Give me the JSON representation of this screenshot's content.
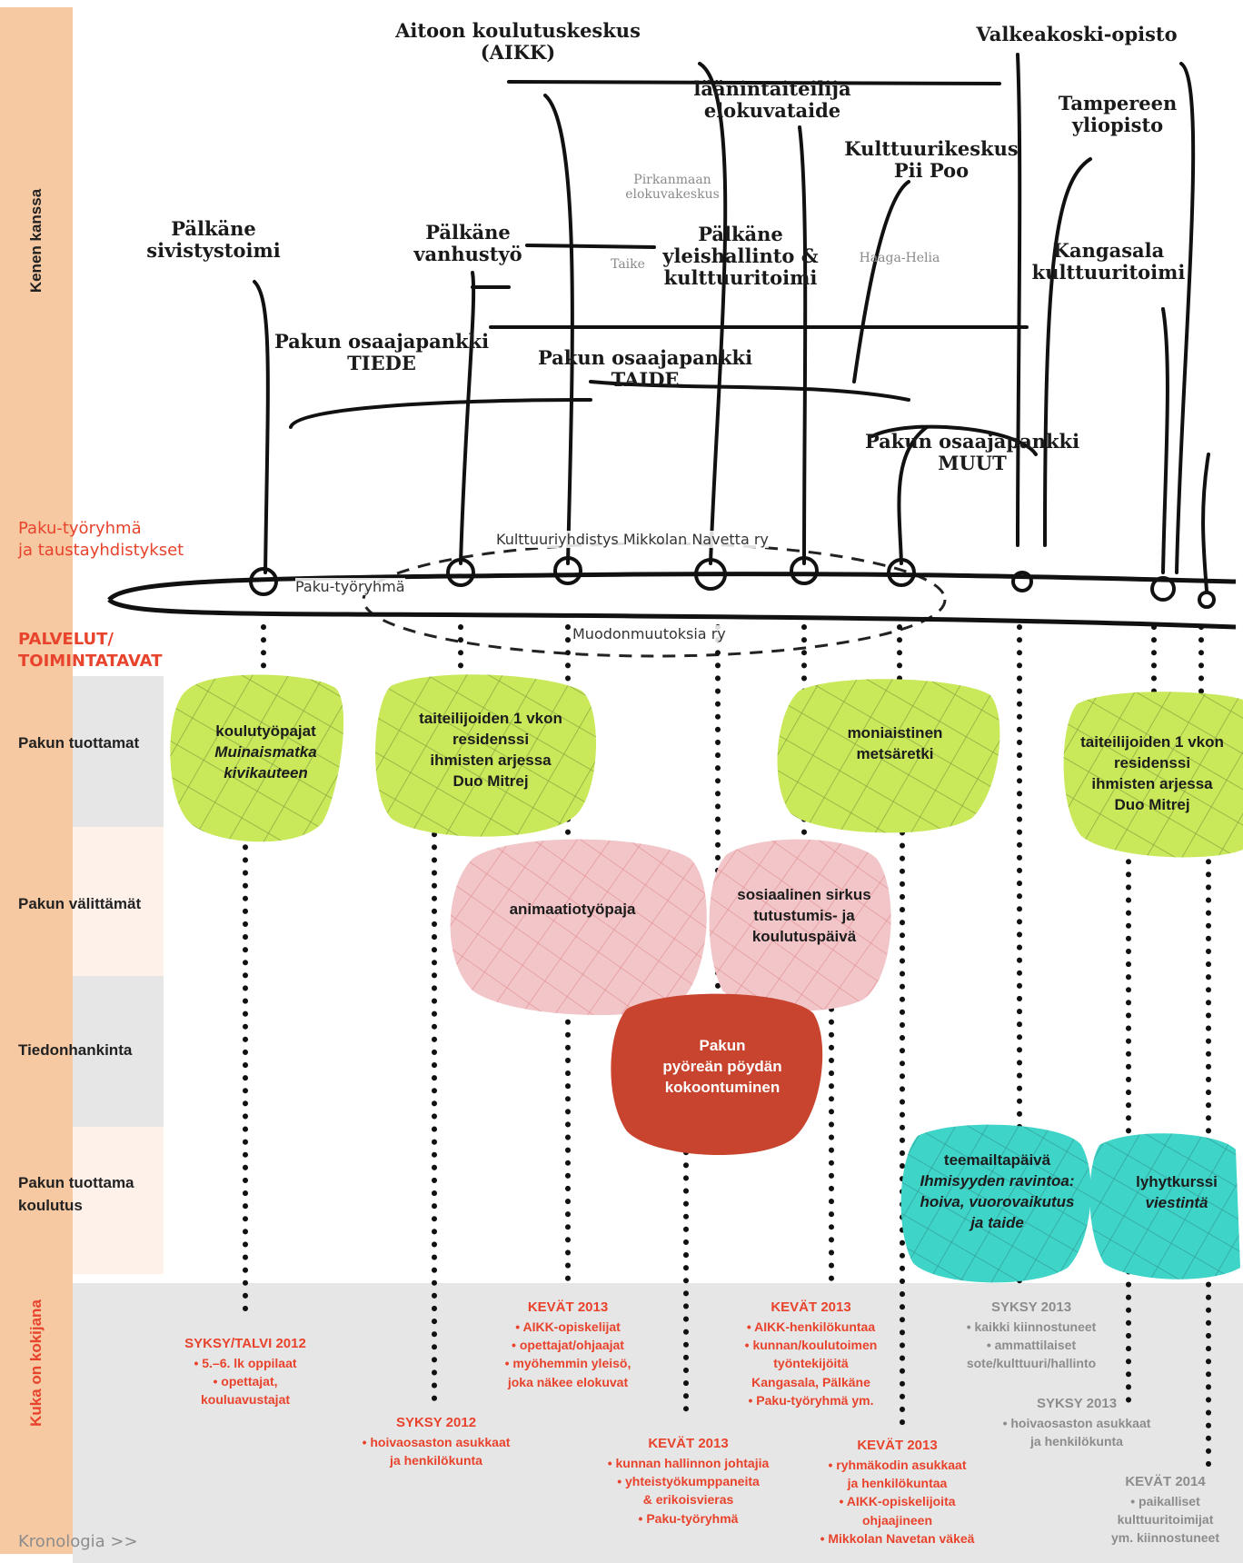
{
  "side_labels": {
    "top": "Kenen kanssa",
    "bottom": "Kuka on kokijana",
    "chronology": "Kronologia >>"
  },
  "section_labels": {
    "group": [
      "Paku-työryhmä",
      "ja taustayhdistykset"
    ],
    "services": [
      "PALVELUT/",
      "TOIMINTATAVAT"
    ]
  },
  "rows": [
    "Pakun tuottamat",
    "Pakun välittämät",
    "Tiedonhankinta",
    [
      "Pakun tuottama",
      "koulutus"
    ]
  ],
  "partners": {
    "aikk": [
      "Aitoon koulutuskeskus",
      "(AIKK)"
    ],
    "valkeakoski": "Valkeakoski-opisto",
    "laanintaiteilija": [
      "läänintaiteilija",
      "elokuvataide"
    ],
    "tampere": [
      "Tampereen",
      "yliopisto"
    ],
    "kulttuurikeskus": [
      "Kulttuurikeskus",
      "Pii Poo"
    ],
    "pirkanmaa": [
      "Pirkanmaan",
      "elokuvakeskus"
    ],
    "palkane_sivistys": [
      "Pälkäne",
      "sivistystoimi"
    ],
    "palkane_vanhus": [
      "Pälkäne",
      "vanhustyö"
    ],
    "taike": "Taike",
    "palkane_yleis": [
      "Pälkäne",
      "yleishallinto &",
      "kulttuuritoimi"
    ],
    "haaga": "Haaga-Helia",
    "kangasala": [
      "Kangasala",
      "kulttuuritoimi"
    ],
    "osaaja_tiede": [
      "Pakun osaajapankki",
      "TIEDE"
    ],
    "osaaja_taide": [
      "Pakun osaajapankki",
      "TAIDE"
    ],
    "osaaja_muut": [
      "Pakun osaajapankki",
      "MUUT"
    ]
  },
  "organizations": {
    "mikkola": "Kulttuuriyhdistys Mikkolan Navetta ry",
    "paku": "Paku-työryhmä",
    "muodonmuutoksia": "Muodonmuutoksia ry"
  },
  "activities": {
    "koulutyopajat": {
      "lines": [
        "koulutyöpajat"
      ],
      "italic": [
        "Muinaismatka",
        "kivikauteen"
      ]
    },
    "residenssi1": {
      "lines": [
        "taiteilijoiden 1 vkon",
        "residenssi",
        "ihmisten arjessa",
        "Duo Mitrej"
      ]
    },
    "metsaretki": {
      "lines": [
        "moniaistinen",
        "metsäretki"
      ]
    },
    "residenssi2": {
      "lines": [
        "taiteilijoiden 1 vkon",
        "residenssi",
        "ihmisten arjessa",
        "Duo Mitrej"
      ]
    },
    "animaatio": {
      "lines": [
        "animaatiotyöpaja"
      ]
    },
    "sirkus": {
      "lines": [
        "sosiaalinen sirkus",
        "tutustumis- ja",
        "koulutuspäivä"
      ]
    },
    "pyorea": {
      "lines": [
        "Pakun",
        "pyöreän pöydän",
        "kokoontuminen"
      ]
    },
    "teemailta": {
      "lines": [
        "teemailtapäivä"
      ],
      "italic": [
        "Ihmisyyden ravintoa:",
        "hoiva, vuorovaikutus",
        "ja taide"
      ]
    },
    "lyhytkurssi": {
      "lines": [
        "lyhytkurssi"
      ],
      "italic": [
        "viestintä"
      ]
    }
  },
  "audiences": [
    {
      "title": "SYKSY/TALVI 2012",
      "items": [
        "• 5.–6. lk oppilaat",
        "• opettajat,",
        "kouluavustajat"
      ],
      "color": "red"
    },
    {
      "title": "SYKSY 2012",
      "items": [
        "• hoivaosaston asukkaat",
        "ja henkilökunta"
      ],
      "color": "red"
    },
    {
      "title": "KEVÄT 2013",
      "items": [
        "• AIKK-opiskelijat",
        "• opettajat/ohjaajat",
        "• myöhemmin yleisö,",
        "joka näkee elokuvat"
      ],
      "color": "red"
    },
    {
      "title": "KEVÄT 2013",
      "items": [
        "• kunnan hallinnon johtajia",
        "• yhteistyökumppaneita",
        "& erikoisvieras",
        "• Paku-työryhmä"
      ],
      "color": "red"
    },
    {
      "title": "KEVÄT 2013",
      "items": [
        "• AIKK-henkilökuntaa",
        "• kunnan/koulutoimen",
        "työntekijöitä",
        "Kangasala, Pälkäne",
        "• Paku-työryhmä ym."
      ],
      "color": "red"
    },
    {
      "title": "KEVÄT 2013",
      "items": [
        "• ryhmäkodin asukkaat",
        "ja henkilökuntaa",
        "• AIKK-opiskelijoita",
        "ohjaajineen",
        "• Mikkolan Navetan väkeä"
      ],
      "color": "red"
    },
    {
      "title": "SYKSY 2013",
      "items": [
        "• kaikki kiinnostuneet",
        "• ammattilaiset",
        "sote/kulttuuri/hallinto"
      ],
      "color": "grey"
    },
    {
      "title": "SYKSY 2013",
      "items": [
        "• hoivaosaston asukkaat",
        "ja henkilökunta"
      ],
      "color": "grey"
    },
    {
      "title": "KEVÄT 2014",
      "items": [
        "• paikalliset",
        "kulttuuritoimijat",
        "ym. kiinnostuneet"
      ],
      "color": "grey"
    }
  ],
  "colors": {
    "side_bar": "#f7c9a2",
    "accent_red": "#e8432c",
    "green_blob": "#c9e85a",
    "pink_blob": "#f2c6c9",
    "red_blob": "#c9442e",
    "cyan_blob": "#3fd4c8",
    "row_grey": "#e6e6e6",
    "row_peach": "#fdf1ea"
  }
}
